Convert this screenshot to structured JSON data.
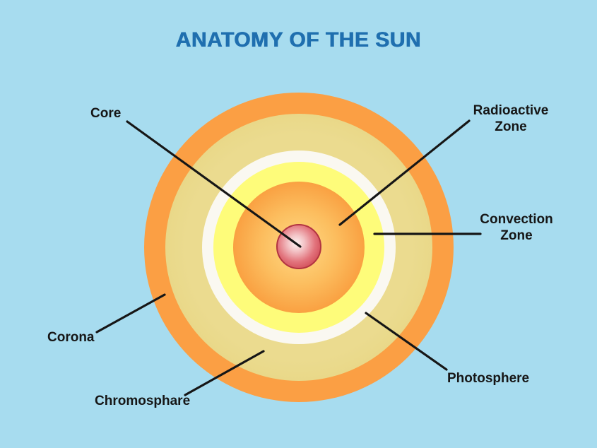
{
  "title": "ANATOMY OF THE SUN",
  "labels": {
    "core": "Core",
    "radioactive_zone_line1": "Radioactive",
    "radioactive_zone_line2": "Zone",
    "convection_zone_line1": "Convection",
    "convection_zone_line2": "Zone",
    "photosphere": "Photosphere",
    "chromosphere": "Chromosphare",
    "corona": "Corona"
  },
  "colors": {
    "background": "#A7DCEF",
    "title_text": "#1F6FAF",
    "label_text": "#161616",
    "leader_line": "#161616",
    "corona_outer": "#F2761E",
    "corona_inner": "#FB9F44",
    "chromosphere_fill": "#E6D47F",
    "photosphere_fill": "#FAF8F1",
    "convection_inner": "#FEFC7A",
    "convection_outer": "#F6EA0A",
    "radioactive_center": "#FFDA85",
    "radioactive_edge": "#F5852A",
    "core_highlight": "#FDF3F2",
    "core_edge": "#C43440"
  }
}
